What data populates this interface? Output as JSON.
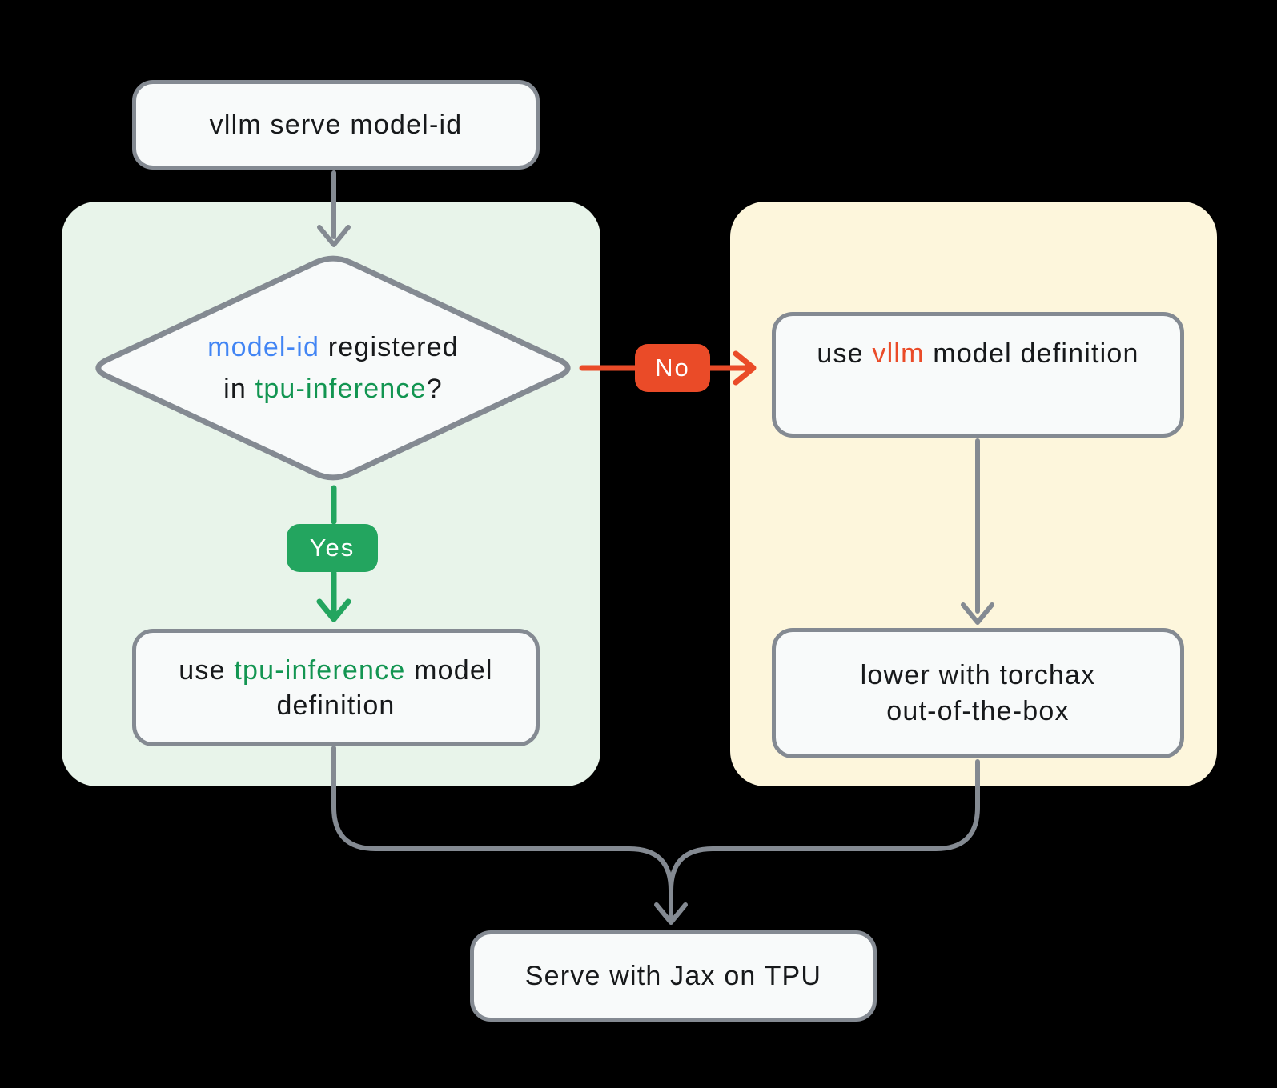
{
  "colors": {
    "background": "#000000",
    "panel_green_bg": "#e8f4ea",
    "panel_yellow_bg": "#fdf6dc",
    "node_bg": "#f8fafa",
    "node_border": "#848a92",
    "connector_gray": "#848a92",
    "accent_green": "#23a55f",
    "text_green": "#129551",
    "accent_orange": "#ea4b28",
    "accent_blue": "#4285f4",
    "text_dark": "#17191b",
    "badge_text": "#ffffff"
  },
  "flowchart": {
    "start": {
      "label": "vllm serve model-id"
    },
    "decision": {
      "model_id": "model-id",
      "registered": " registered",
      "in": "in ",
      "tpu_inference": "tpu-inference",
      "question_mark": "?"
    },
    "branch_yes": {
      "label": "Yes"
    },
    "branch_no": {
      "label": "No"
    },
    "tpu_model_box": {
      "use": "use ",
      "tpu_inference": "tpu-inference",
      "rest": " model definition"
    },
    "vllm_model_box": {
      "use": "use ",
      "vllm": "vllm",
      "rest": " model definition"
    },
    "torchax_box": {
      "line1": "lower with torchax",
      "line2": "out-of-the-box"
    },
    "serve_box": {
      "label": "Serve with Jax on TPU"
    }
  }
}
